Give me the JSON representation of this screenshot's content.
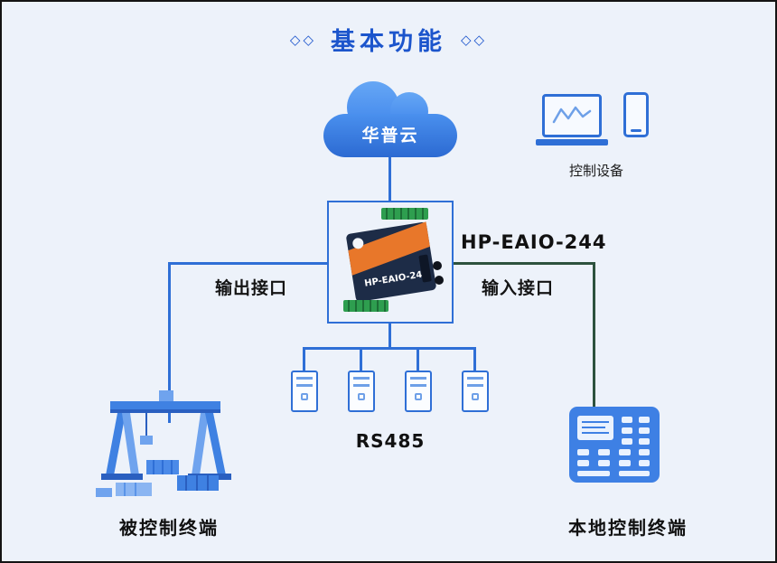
{
  "title": {
    "decor_left": "◇◇",
    "text": "基本功能",
    "decor_right": "◇◇"
  },
  "cloud": {
    "label": "华普云"
  },
  "control_device": {
    "label": "控制设备"
  },
  "device": {
    "model_label": "HP-EAIO-244",
    "body_text": "HP-EAIO-244"
  },
  "connections": {
    "output_label": "输出接口",
    "input_label": "输入接口",
    "bus_label": "RS485"
  },
  "terminals": {
    "controlled_label": "被控制终端",
    "local_label": "本地控制终端"
  },
  "colors": {
    "background": "#edf2fa",
    "line_blue": "#2f6fd6",
    "line_green": "#2d523e",
    "title_blue": "#1c55cc",
    "device_orange": "#e8772a",
    "terminal_block_green": "#2e9e4f",
    "illustration_blue": "#3f81e2"
  }
}
